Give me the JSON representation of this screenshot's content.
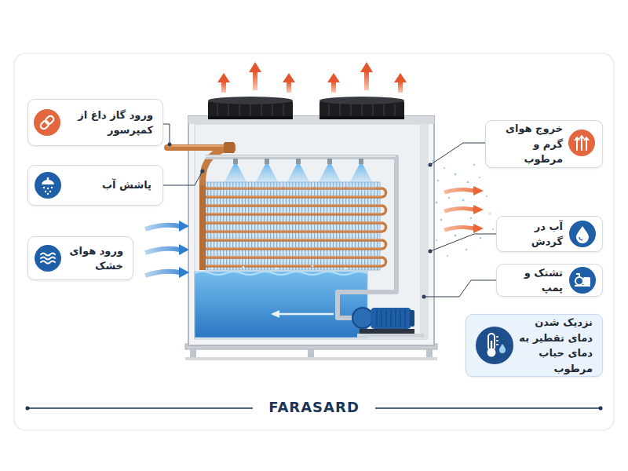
{
  "diagram": {
    "nodes": [
      {
        "text": [
          "ورود گاز داغ از کمپرسور"
        ]
      },
      {
        "text": [
          "خروج هوای گرم و مرطوب"
        ]
      },
      {
        "text": [
          "پاشش آب"
        ]
      },
      {
        "text": [
          "آب در گردش"
        ]
      },
      {
        "text": [
          "ورود هوای خشک"
        ]
      },
      {
        "text": [
          "تشتک و پمپ"
        ]
      },
      {
        "text": [
          "نزدیک شدن دمای تقطیر به دمای حباب مرطوب"
        ]
      }
    ],
    "labels": [
      "FARASARD"
    ]
  }
}
